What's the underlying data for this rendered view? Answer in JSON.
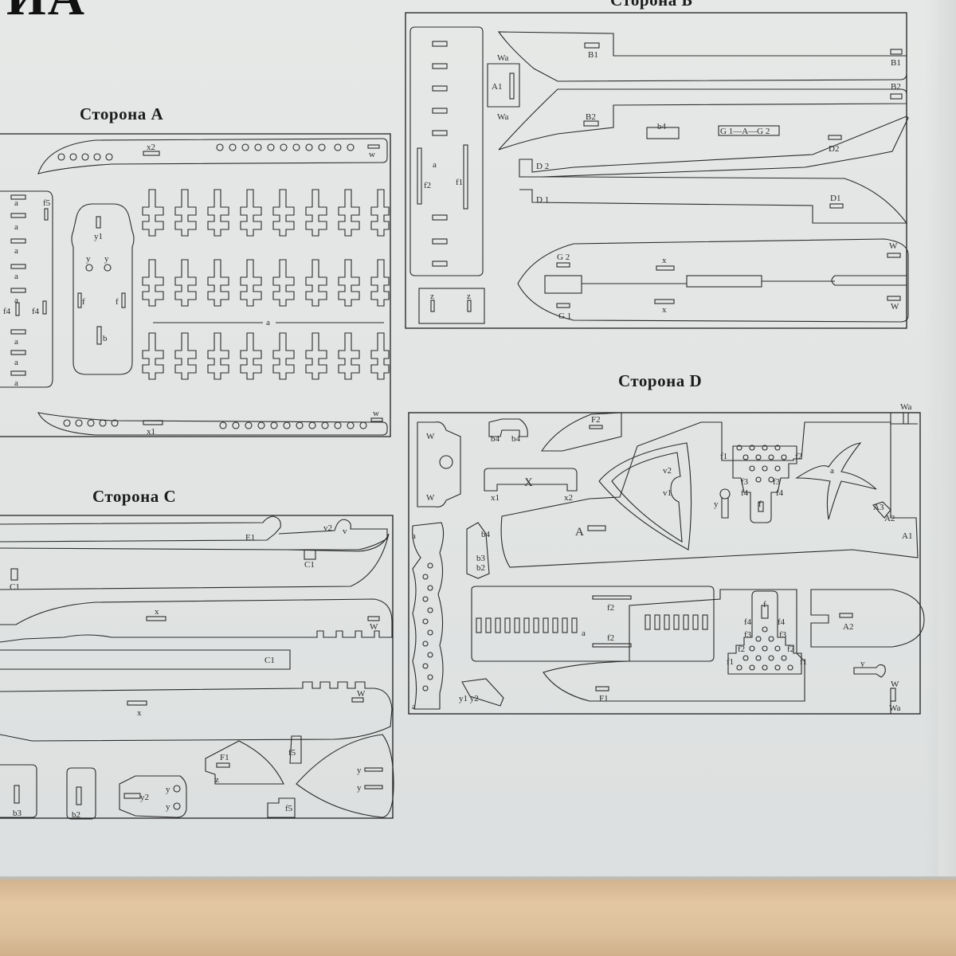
{
  "document": {
    "partial_title": "ИА",
    "sides": {
      "a": "Сторона A",
      "b": "Сторона Б",
      "c": "Сторона C",
      "d": "Сторона D"
    }
  },
  "part_labels": {
    "side_a": [
      "x2",
      "w",
      "a",
      "f5",
      "a",
      "a",
      "a",
      "a",
      "f4",
      "f4",
      "a",
      "a",
      "a",
      "y1",
      "y",
      "y",
      "f",
      "f",
      "b",
      "a",
      "w",
      "x1"
    ],
    "side_b": [
      "B1",
      "B1",
      "B2",
      "B2",
      "Wa",
      "A1",
      "Wa",
      "b4",
      "G 1—A—G 2",
      "D2",
      "D 2",
      "D 1",
      "D1",
      "f2",
      "f1",
      "a",
      "z",
      "z",
      "W",
      "G 2",
      "x",
      "x",
      "W",
      "G 1"
    ],
    "side_c": [
      "E1",
      "v2",
      "v",
      "C1",
      "C1",
      "x",
      "W",
      "C1",
      "W",
      "x",
      "F1",
      "f5",
      "z",
      "y",
      "y",
      "b3",
      "b2",
      "y2",
      "y",
      "y",
      "f5"
    ],
    "side_d": [
      "W",
      "W",
      "b4",
      "b4",
      "F2",
      "Wa",
      "X",
      "x1",
      "x2",
      "v2",
      "v1",
      "y",
      "f",
      "f1",
      "f2",
      "f3",
      "f3",
      "f4",
      "f4",
      "a",
      "A3",
      "A2",
      "A1",
      "A",
      "a",
      "b4",
      "b3",
      "b2",
      "a",
      "y1 y2",
      "f2",
      "f2",
      "a",
      "f",
      "f4",
      "f4",
      "f3",
      "f3",
      "f2",
      "f2",
      "f1",
      "f1",
      "A2",
      "y",
      "F1",
      "W",
      "Wa"
    ]
  }
}
